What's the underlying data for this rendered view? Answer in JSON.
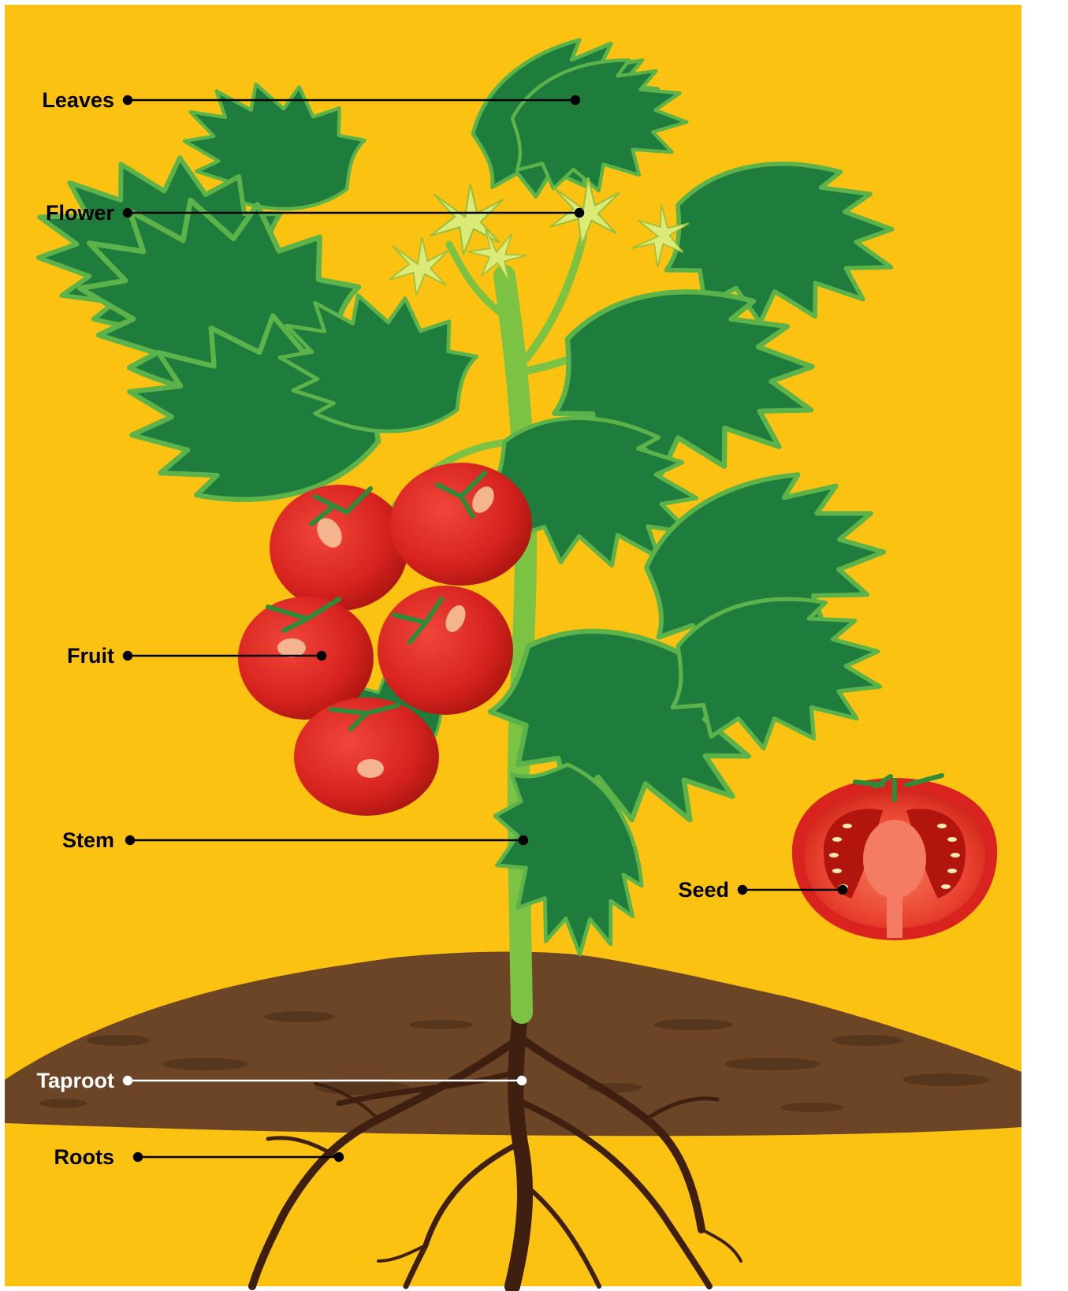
{
  "colors": {
    "background": "#FCC212",
    "soil": "#6B4526",
    "leaf": "#1E7D3C",
    "leaf_highlight": "#5BB34A",
    "stem": "#7CC243",
    "fruit": "#D8231F",
    "root": "#3E1F10",
    "label_text": "#000000",
    "taproot_label_text": "#FFFFFF"
  },
  "labels": {
    "leaves": "Leaves",
    "flower": "Flower",
    "fruit": "Fruit",
    "stem": "Stem",
    "seed": "Seed",
    "taproot": "Taproot",
    "roots": "Roots"
  }
}
